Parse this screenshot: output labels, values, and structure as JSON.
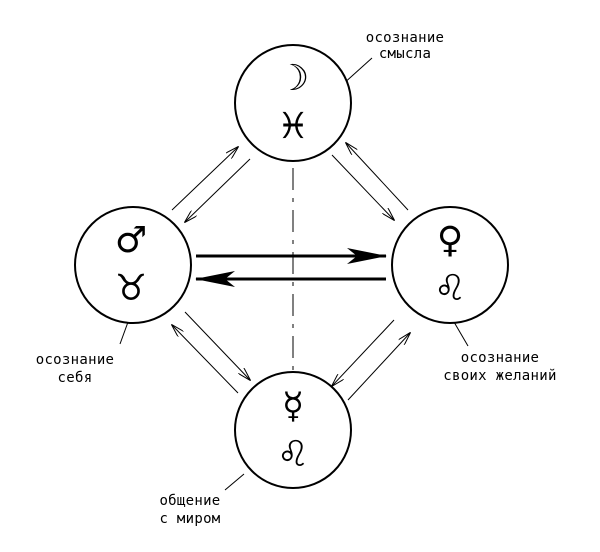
{
  "nodes": [
    {
      "id": "top",
      "label_lines": [
        "осознание",
        "смысла"
      ],
      "symbols": [
        {
          "name": "moon-crescent-icon",
          "glyph": "☽"
        },
        {
          "name": "pisces-icon",
          "glyph": "♓"
        }
      ]
    },
    {
      "id": "left",
      "label_lines": [
        "осознание",
        "себя"
      ],
      "symbols": [
        {
          "name": "mars-icon",
          "glyph": "♂"
        },
        {
          "name": "taurus-icon",
          "glyph": "♉"
        }
      ]
    },
    {
      "id": "right",
      "label_lines": [
        "осознание",
        "своих желаний"
      ],
      "symbols": [
        {
          "name": "venus-icon",
          "glyph": "♀"
        },
        {
          "name": "leo-icon",
          "glyph": "♌"
        }
      ]
    },
    {
      "id": "bottom",
      "label_lines": [
        "общение",
        "с миром"
      ],
      "symbols": [
        {
          "name": "mercury-icon",
          "glyph": "☿"
        },
        {
          "name": "leo-icon",
          "glyph": "♌"
        }
      ]
    }
  ],
  "colors": {
    "stroke": "#000000",
    "background": "#ffffff"
  }
}
